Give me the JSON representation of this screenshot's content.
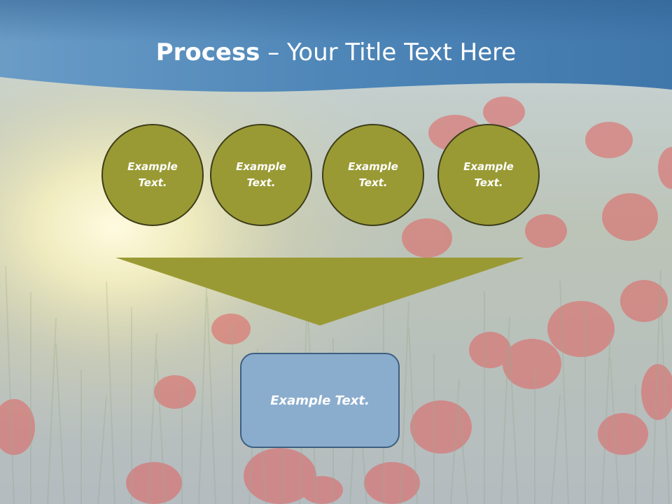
{
  "slide": {
    "title_bold": "Process",
    "title_rest": " – Your Title Text Here",
    "circles": [
      "Example\nText.",
      "Example\nText.",
      "Example\nText.",
      "Example\nText."
    ],
    "result_text": "Example Text."
  },
  "colors": {
    "header_blue": "#4a7fb0",
    "circle_fill": "#9a9a35",
    "circle_border": "#3d3d1a",
    "funnel_fill": "#9a9a35",
    "box_fill": "#8badcd",
    "box_border": "#3e5f80",
    "flower_red": "#e2605f"
  }
}
